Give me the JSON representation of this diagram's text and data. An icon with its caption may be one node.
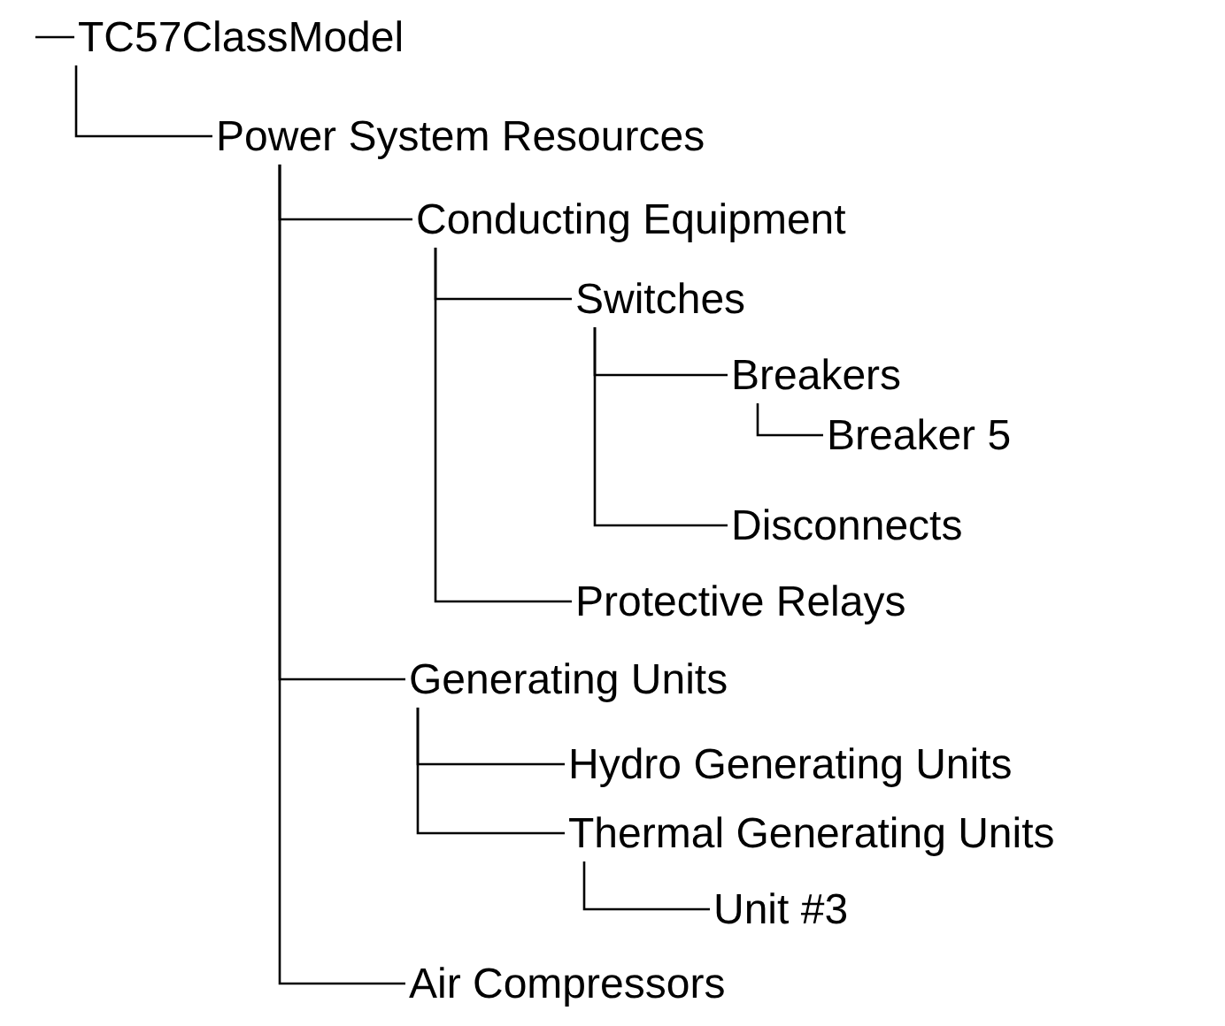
{
  "diagram": {
    "nodes": [
      {
        "text": [
          "TC57ClassModel"
        ]
      },
      {
        "text": [
          "Power System Resources"
        ]
      },
      {
        "text": [
          "Conducting Equipment"
        ]
      },
      {
        "text": [
          "Switches"
        ]
      },
      {
        "text": [
          "Breakers"
        ]
      },
      {
        "text": [
          "Breaker 5"
        ]
      },
      {
        "text": [
          "Disconnects"
        ]
      },
      {
        "text": [
          "Protective Relays"
        ]
      },
      {
        "text": [
          "Generating Units"
        ]
      },
      {
        "text": [
          "Hydro Generating Units"
        ]
      },
      {
        "text": [
          "Thermal Generating Units"
        ]
      },
      {
        "text": [
          "Unit #3"
        ]
      },
      {
        "text": [
          "Air Compressors"
        ]
      }
    ],
    "edges": [
      {
        "from": null,
        "to": 0,
        "arrow": "none"
      },
      {
        "from": 0,
        "to": 1,
        "arrow": "none"
      },
      {
        "from": 1,
        "to": 2,
        "arrow": "none"
      },
      {
        "from": 2,
        "to": 3,
        "arrow": "none"
      },
      {
        "from": 3,
        "to": 4,
        "arrow": "none"
      },
      {
        "from": 4,
        "to": 5,
        "arrow": "none"
      },
      {
        "from": 3,
        "to": 6,
        "arrow": "none"
      },
      {
        "from": 2,
        "to": 7,
        "arrow": "none"
      },
      {
        "from": 1,
        "to": 8,
        "arrow": "none"
      },
      {
        "from": 8,
        "to": 9,
        "arrow": "none"
      },
      {
        "from": 8,
        "to": 10,
        "arrow": "none"
      },
      {
        "from": 10,
        "to": 11,
        "arrow": "none"
      },
      {
        "from": 1,
        "to": 12,
        "arrow": "none"
      }
    ]
  }
}
